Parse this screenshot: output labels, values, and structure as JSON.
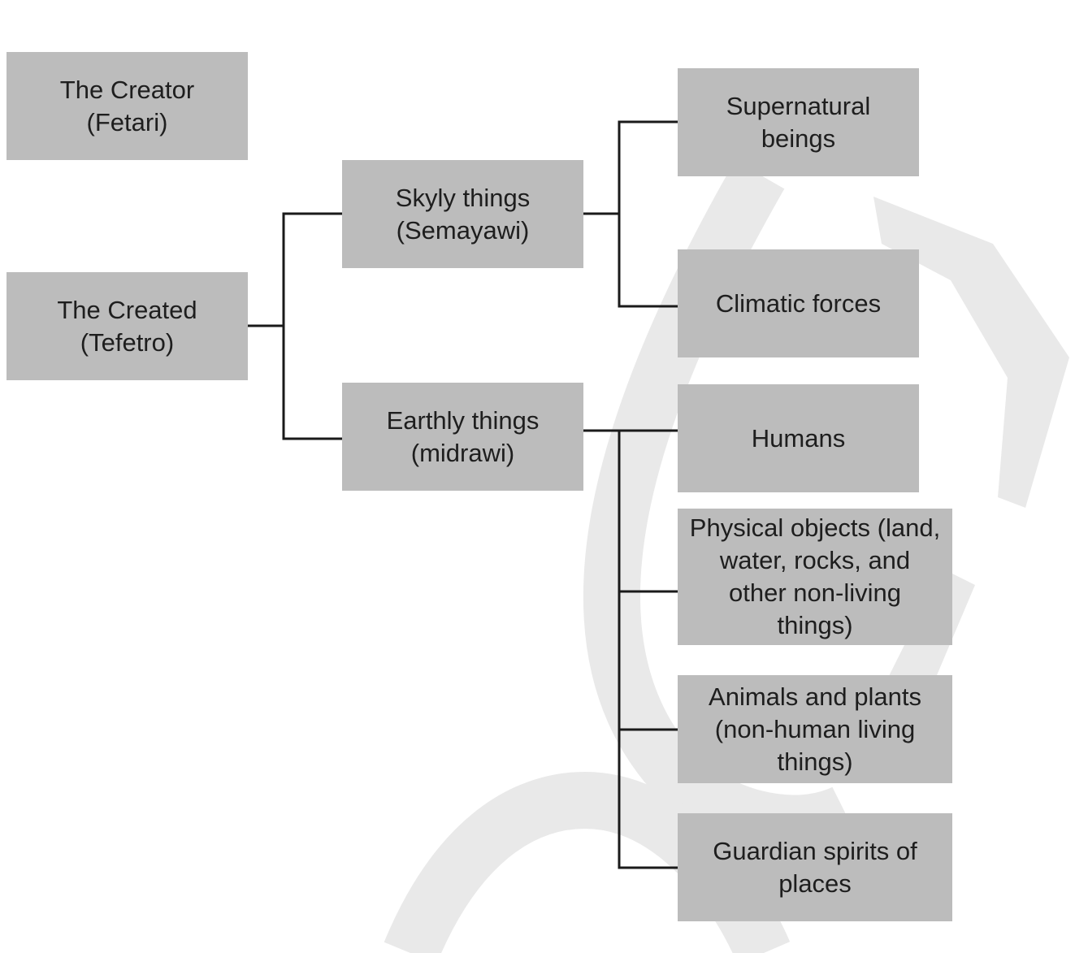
{
  "diagram": {
    "type": "tree",
    "colors": {
      "node_fill": "#bcbcbc",
      "text": "#1e1e1e",
      "connector": "#1a1a1a",
      "watermark": "#e9e9e9"
    },
    "nodes": {
      "creator": {
        "label": "The Creator\n(Fetari)"
      },
      "created": {
        "label": "The Created\n(Tefetro)"
      },
      "skyly": {
        "label": "Skyly things\n(Semayawi)"
      },
      "earthly": {
        "label": "Earthly things\n(midrawi)"
      },
      "supernatural": {
        "label": "Supernatural\nbeings"
      },
      "climatic": {
        "label": "Climatic forces"
      },
      "humans": {
        "label": "Humans"
      },
      "physical": {
        "label": "Physical objects (land,\nwater, rocks, and\nother non-living\nthings)"
      },
      "animals": {
        "label": "Animals and plants\n(non-human living\nthings)"
      },
      "guardian": {
        "label": "Guardian spirits of\nplaces"
      }
    },
    "edges": [
      {
        "from": "created",
        "to": "skyly"
      },
      {
        "from": "created",
        "to": "earthly"
      },
      {
        "from": "skyly",
        "to": "supernatural"
      },
      {
        "from": "skyly",
        "to": "climatic"
      },
      {
        "from": "earthly",
        "to": "humans"
      },
      {
        "from": "earthly",
        "to": "physical"
      },
      {
        "from": "earthly",
        "to": "animals"
      },
      {
        "from": "earthly",
        "to": "guardian"
      }
    ]
  }
}
